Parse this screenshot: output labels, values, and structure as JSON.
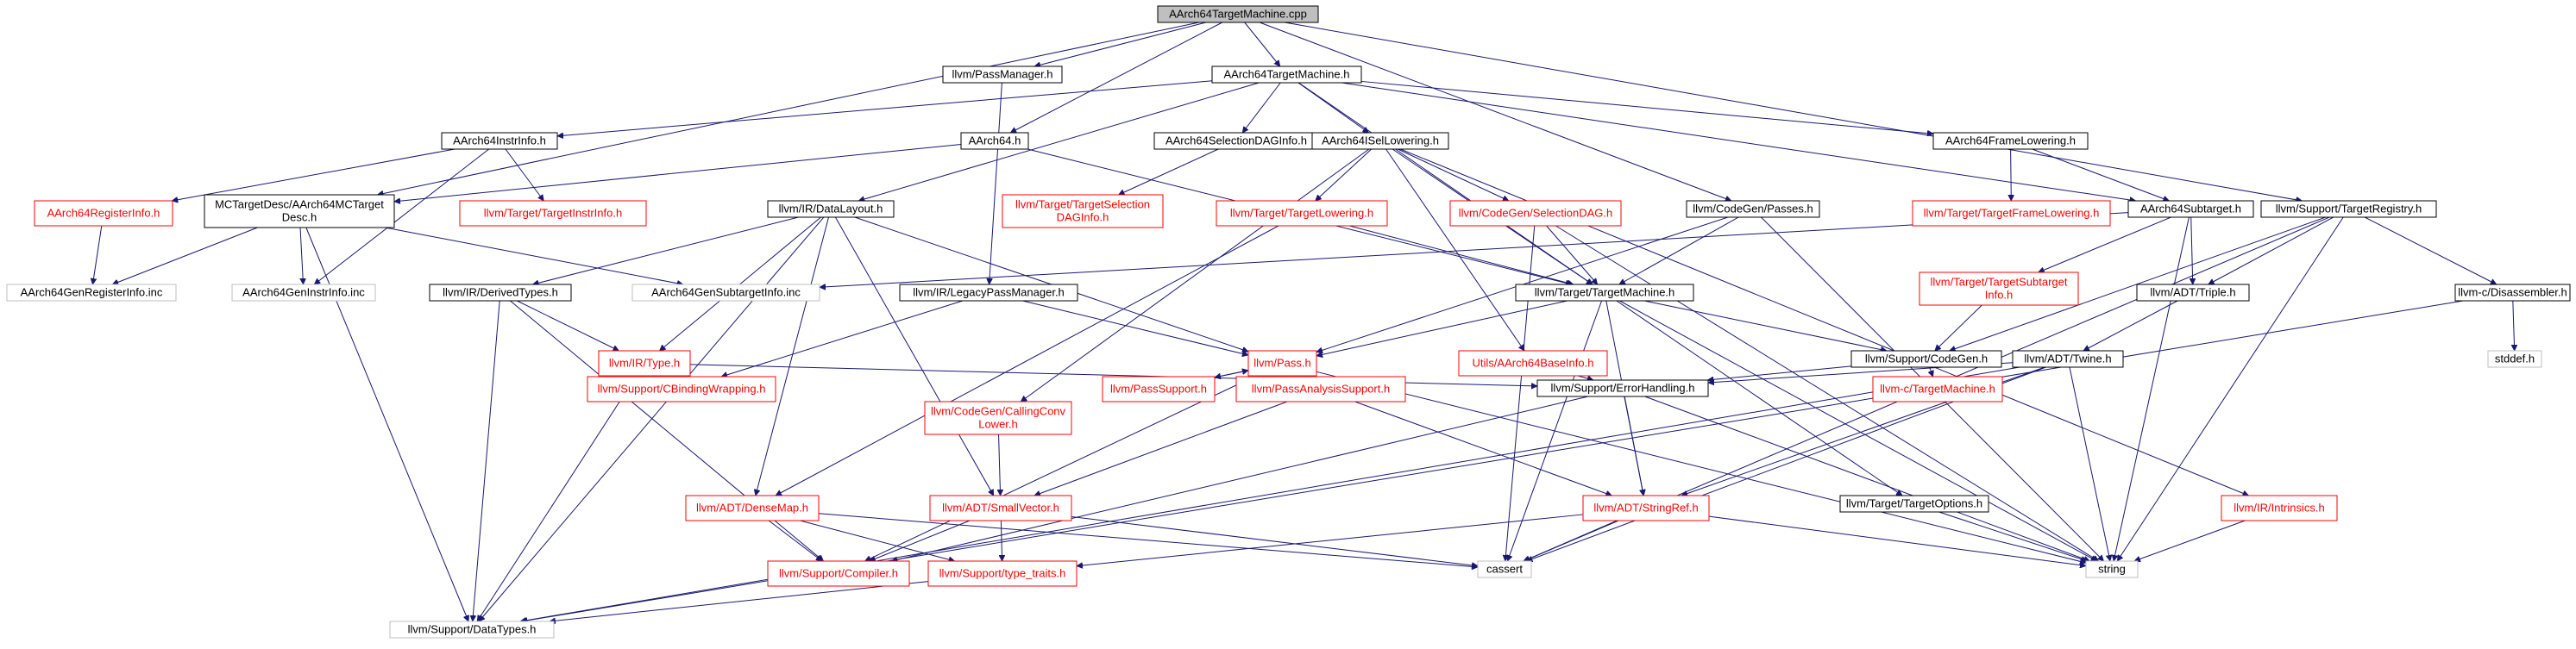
{
  "graph": {
    "nodes": [
      {
        "id": "root",
        "label": "AArch64TargetMachine.cpp",
        "kind": "root"
      },
      {
        "id": "passmgr",
        "label": "llvm/PassManager.h",
        "kind": "normal"
      },
      {
        "id": "tmh",
        "label": "AArch64TargetMachine.h",
        "kind": "normal"
      },
      {
        "id": "instrinfo",
        "label": "AArch64InstrInfo.h",
        "kind": "normal"
      },
      {
        "id": "aarch64h",
        "label": "AArch64.h",
        "kind": "normal"
      },
      {
        "id": "seldag",
        "label": "AArch64SelectionDAGInfo.h",
        "kind": "normal"
      },
      {
        "id": "isellow",
        "label": "AArch64ISelLowering.h",
        "kind": "normal"
      },
      {
        "id": "framelow",
        "label": "AArch64FrameLowering.h",
        "kind": "normal"
      },
      {
        "id": "reginfo",
        "label": "AArch64RegisterInfo.h",
        "kind": "red"
      },
      {
        "id": "mcdesc",
        "label": [
          "MCTargetDesc/AArch64MCTarget",
          "Desc.h"
        ],
        "kind": "normal"
      },
      {
        "id": "tinstrinfo",
        "label": "llvm/Target/TargetInstrInfo.h",
        "kind": "red"
      },
      {
        "id": "datalayout",
        "label": "llvm/IR/DataLayout.h",
        "kind": "normal"
      },
      {
        "id": "tseldag",
        "label": [
          "llvm/Target/TargetSelection",
          "DAGInfo.h"
        ],
        "kind": "red"
      },
      {
        "id": "tlowering",
        "label": "llvm/Target/TargetLowering.h",
        "kind": "red"
      },
      {
        "id": "selectiondag",
        "label": "llvm/CodeGen/SelectionDAG.h",
        "kind": "red"
      },
      {
        "id": "passes",
        "label": "llvm/CodeGen/Passes.h",
        "kind": "normal"
      },
      {
        "id": "tframelow",
        "label": "llvm/Target/TargetFrameLowering.h",
        "kind": "red"
      },
      {
        "id": "subtarget",
        "label": "AArch64Subtarget.h",
        "kind": "normal"
      },
      {
        "id": "tregistry",
        "label": "llvm/Support/TargetRegistry.h",
        "kind": "normal"
      },
      {
        "id": "reginc",
        "label": "AArch64GenRegisterInfo.inc",
        "kind": "gray"
      },
      {
        "id": "instrinc",
        "label": "AArch64GenInstrInfo.inc",
        "kind": "gray"
      },
      {
        "id": "subinc",
        "label": "AArch64GenSubtargetInfo.inc",
        "kind": "gray"
      },
      {
        "id": "derived",
        "label": "llvm/IR/DerivedTypes.h",
        "kind": "normal"
      },
      {
        "id": "legacypm",
        "label": "llvm/IR/LegacyPassManager.h",
        "kind": "normal"
      },
      {
        "id": "targetmachine",
        "label": "llvm/Target/TargetMachine.h",
        "kind": "normal"
      },
      {
        "id": "tsubinfo",
        "label": [
          "llvm/Target/TargetSubtarget",
          "Info.h"
        ],
        "kind": "red"
      },
      {
        "id": "triple",
        "label": "llvm/ADT/Triple.h",
        "kind": "normal"
      },
      {
        "id": "disasm",
        "label": "llvm-c/Disassembler.h",
        "kind": "normal"
      },
      {
        "id": "irtype",
        "label": "llvm/IR/Type.h",
        "kind": "red"
      },
      {
        "id": "pass",
        "label": "llvm/Pass.h",
        "kind": "red"
      },
      {
        "id": "basinfo",
        "label": "Utils/AArch64BaseInfo.h",
        "kind": "red"
      },
      {
        "id": "codegenh",
        "label": "llvm/Support/CodeGen.h",
        "kind": "normal"
      },
      {
        "id": "twine",
        "label": "llvm/ADT/Twine.h",
        "kind": "normal"
      },
      {
        "id": "stddef",
        "label": "stddef.h",
        "kind": "gray"
      },
      {
        "id": "cbinding",
        "label": "llvm/Support/CBindingWrapping.h",
        "kind": "red"
      },
      {
        "id": "ccl",
        "label": [
          "llvm/CodeGen/CallingConv",
          "Lower.h"
        ],
        "kind": "red"
      },
      {
        "id": "passsupport",
        "label": "llvm/PassSupport.h",
        "kind": "red"
      },
      {
        "id": "passanalysis",
        "label": "llvm/PassAnalysisSupport.h",
        "kind": "red"
      },
      {
        "id": "errorhandling",
        "label": "llvm/Support/ErrorHandling.h",
        "kind": "normal"
      },
      {
        "id": "ctm",
        "label": "llvm-c/TargetMachine.h",
        "kind": "red"
      },
      {
        "id": "densemap",
        "label": "llvm/ADT/DenseMap.h",
        "kind": "red"
      },
      {
        "id": "smallvector",
        "label": "llvm/ADT/SmallVector.h",
        "kind": "red"
      },
      {
        "id": "stringref",
        "label": "llvm/ADT/StringRef.h",
        "kind": "red"
      },
      {
        "id": "toptions",
        "label": "llvm/Target/TargetOptions.h",
        "kind": "normal"
      },
      {
        "id": "intrinsics",
        "label": "llvm/IR/Intrinsics.h",
        "kind": "red"
      },
      {
        "id": "compiler",
        "label": "llvm/Support/Compiler.h",
        "kind": "red"
      },
      {
        "id": "typetraits",
        "label": "llvm/Support/type_traits.h",
        "kind": "red"
      },
      {
        "id": "cassert",
        "label": "cassert",
        "kind": "gray"
      },
      {
        "id": "string",
        "label": "string",
        "kind": "gray"
      },
      {
        "id": "datatypes",
        "label": "llvm/Support/DataTypes.h",
        "kind": "gray"
      }
    ],
    "edges": [
      [
        "root",
        "passmgr"
      ],
      [
        "root",
        "tmh"
      ],
      [
        "root",
        "aarch64h"
      ],
      [
        "root",
        "mcdesc"
      ],
      [
        "root",
        "passes"
      ],
      [
        "root",
        "tregistry"
      ],
      [
        "passmgr",
        "legacypm"
      ],
      [
        "tmh",
        "instrinfo"
      ],
      [
        "tmh",
        "seldag"
      ],
      [
        "tmh",
        "isellow"
      ],
      [
        "tmh",
        "framelow"
      ],
      [
        "tmh",
        "subtarget"
      ],
      [
        "tmh",
        "datalayout"
      ],
      [
        "tmh",
        "targetmachine"
      ],
      [
        "instrinfo",
        "reginfo"
      ],
      [
        "instrinfo",
        "tinstrinfo"
      ],
      [
        "instrinfo",
        "instrinc"
      ],
      [
        "aarch64h",
        "mcdesc"
      ],
      [
        "aarch64h",
        "targetmachine"
      ],
      [
        "seldag",
        "tseldag"
      ],
      [
        "isellow",
        "tlowering"
      ],
      [
        "isellow",
        "selectiondag"
      ],
      [
        "isellow",
        "ccl"
      ],
      [
        "isellow",
        "basinfo"
      ],
      [
        "isellow",
        "intrinsics"
      ],
      [
        "isellow",
        "targetmachine"
      ],
      [
        "framelow",
        "tframelow"
      ],
      [
        "framelow",
        "subtarget"
      ],
      [
        "reginfo",
        "reginc"
      ],
      [
        "mcdesc",
        "reginc"
      ],
      [
        "mcdesc",
        "instrinc"
      ],
      [
        "mcdesc",
        "subinc"
      ],
      [
        "mcdesc",
        "datatypes"
      ],
      [
        "datalayout",
        "derived"
      ],
      [
        "datalayout",
        "irtype"
      ],
      [
        "datalayout",
        "pass"
      ],
      [
        "datalayout",
        "smallvector"
      ],
      [
        "datalayout",
        "densemap"
      ],
      [
        "datalayout",
        "datatypes"
      ],
      [
        "tlowering",
        "targetmachine"
      ],
      [
        "tlowering",
        "densemap"
      ],
      [
        "selectiondag",
        "targetmachine"
      ],
      [
        "selectiondag",
        "cassert"
      ],
      [
        "selectiondag",
        "string"
      ],
      [
        "passes",
        "targetmachine"
      ],
      [
        "passes",
        "pass"
      ],
      [
        "passes",
        "string"
      ],
      [
        "subtarget",
        "subinc"
      ],
      [
        "subtarget",
        "tsubinfo"
      ],
      [
        "subtarget",
        "triple"
      ],
      [
        "subtarget",
        "string"
      ],
      [
        "tregistry",
        "triple"
      ],
      [
        "tregistry",
        "disasm"
      ],
      [
        "tregistry",
        "codegenh"
      ],
      [
        "tregistry",
        "cassert"
      ],
      [
        "tregistry",
        "string"
      ],
      [
        "derived",
        "irtype"
      ],
      [
        "derived",
        "compiler"
      ],
      [
        "derived",
        "datatypes"
      ],
      [
        "legacypm",
        "pass"
      ],
      [
        "legacypm",
        "cbinding"
      ],
      [
        "targetmachine",
        "pass"
      ],
      [
        "targetmachine",
        "codegenh"
      ],
      [
        "targetmachine",
        "stringref"
      ],
      [
        "targetmachine",
        "toptions"
      ],
      [
        "targetmachine",
        "cassert"
      ],
      [
        "targetmachine",
        "string"
      ],
      [
        "tsubinfo",
        "codegenh"
      ],
      [
        "triple",
        "twine"
      ],
      [
        "disasm",
        "stddef"
      ],
      [
        "disasm",
        "datatypes"
      ],
      [
        "irtype",
        "cbinding"
      ],
      [
        "irtype",
        "errorhandling"
      ],
      [
        "irtype",
        "datatypes"
      ],
      [
        "pass",
        "passsupport"
      ],
      [
        "pass",
        "passanalysis"
      ],
      [
        "pass",
        "compiler"
      ],
      [
        "pass",
        "string"
      ],
      [
        "basinfo",
        "errorhandling"
      ],
      [
        "codegenh",
        "ctm"
      ],
      [
        "codegenh",
        "errorhandling"
      ],
      [
        "twine",
        "stringref"
      ],
      [
        "twine",
        "errorhandling"
      ],
      [
        "twine",
        "string"
      ],
      [
        "twine",
        "cassert"
      ],
      [
        "twine",
        "datatypes"
      ],
      [
        "ccl",
        "smallvector"
      ],
      [
        "passsupport",
        "pass"
      ],
      [
        "passanalysis",
        "pass"
      ],
      [
        "passanalysis",
        "smallvector"
      ],
      [
        "passanalysis",
        "stringref"
      ],
      [
        "errorhandling",
        "compiler"
      ],
      [
        "errorhandling",
        "stringref"
      ],
      [
        "errorhandling",
        "string"
      ],
      [
        "densemap",
        "compiler"
      ],
      [
        "densemap",
        "typetraits"
      ],
      [
        "densemap",
        "cassert"
      ],
      [
        "smallvector",
        "compiler"
      ],
      [
        "smallvector",
        "typetraits"
      ],
      [
        "smallvector",
        "cassert"
      ],
      [
        "stringref",
        "typetraits"
      ],
      [
        "stringref",
        "cassert"
      ],
      [
        "stringref",
        "string"
      ],
      [
        "toptions",
        "string"
      ],
      [
        "intrinsics",
        "string"
      ],
      [
        "typetraits",
        "datatypes"
      ]
    ]
  }
}
